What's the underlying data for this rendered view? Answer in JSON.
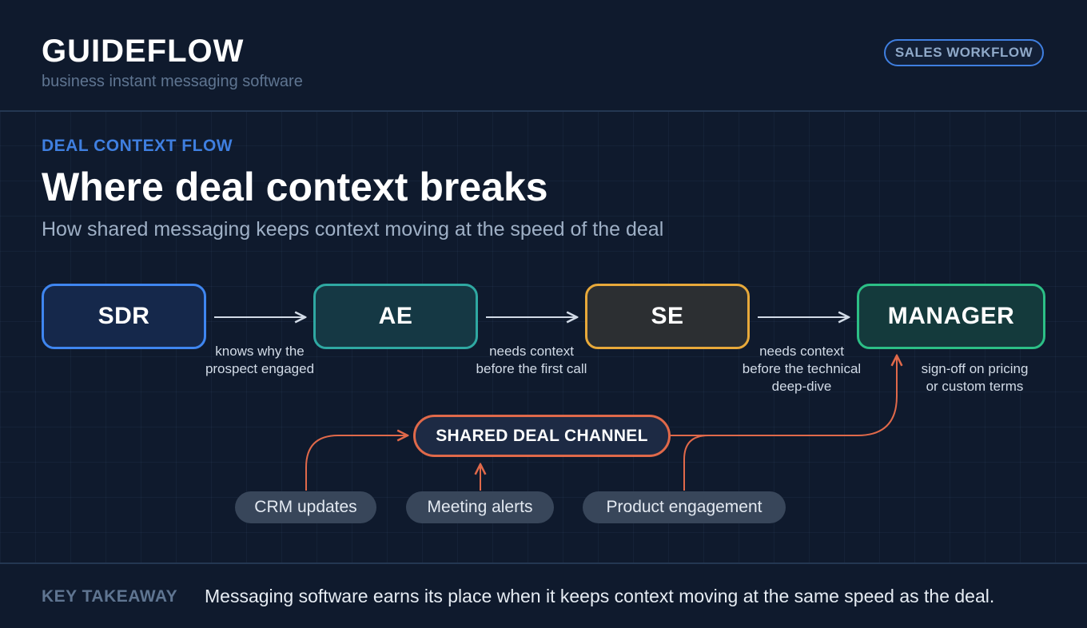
{
  "header": {
    "brand": "GUIDEFLOW",
    "brand_subtitle": "business instant messaging software",
    "badge": "SALES WORKFLOW"
  },
  "intro": {
    "eyebrow": "DEAL CONTEXT FLOW",
    "title": "Where deal context breaks",
    "subtitle": "How shared messaging keeps context moving at the speed of the deal"
  },
  "flow": {
    "nodes": [
      {
        "label": "SDR",
        "color": "#3f86f0"
      },
      {
        "label": "AE",
        "color": "#2fa8a2"
      },
      {
        "label": "SE",
        "color": "#e8a93a"
      },
      {
        "label": "MANAGER",
        "color": "#2cbf86"
      }
    ],
    "captions": [
      [
        "knows why the",
        "prospect engaged"
      ],
      [
        "needs context",
        "before the first call"
      ],
      [
        "needs context",
        "before the technical",
        "deep-dive"
      ],
      [
        "sign-off on pricing",
        "or custom terms"
      ]
    ]
  },
  "hub": {
    "label": "SHARED DEAL CHANNEL",
    "color": "#e0694a",
    "sources": [
      "CRM updates",
      "Meeting alerts",
      "Product engagement"
    ]
  },
  "footer": {
    "label": "KEY TAKEAWAY",
    "text": "Messaging software earns its place when it keeps context moving at the same speed as the deal."
  }
}
